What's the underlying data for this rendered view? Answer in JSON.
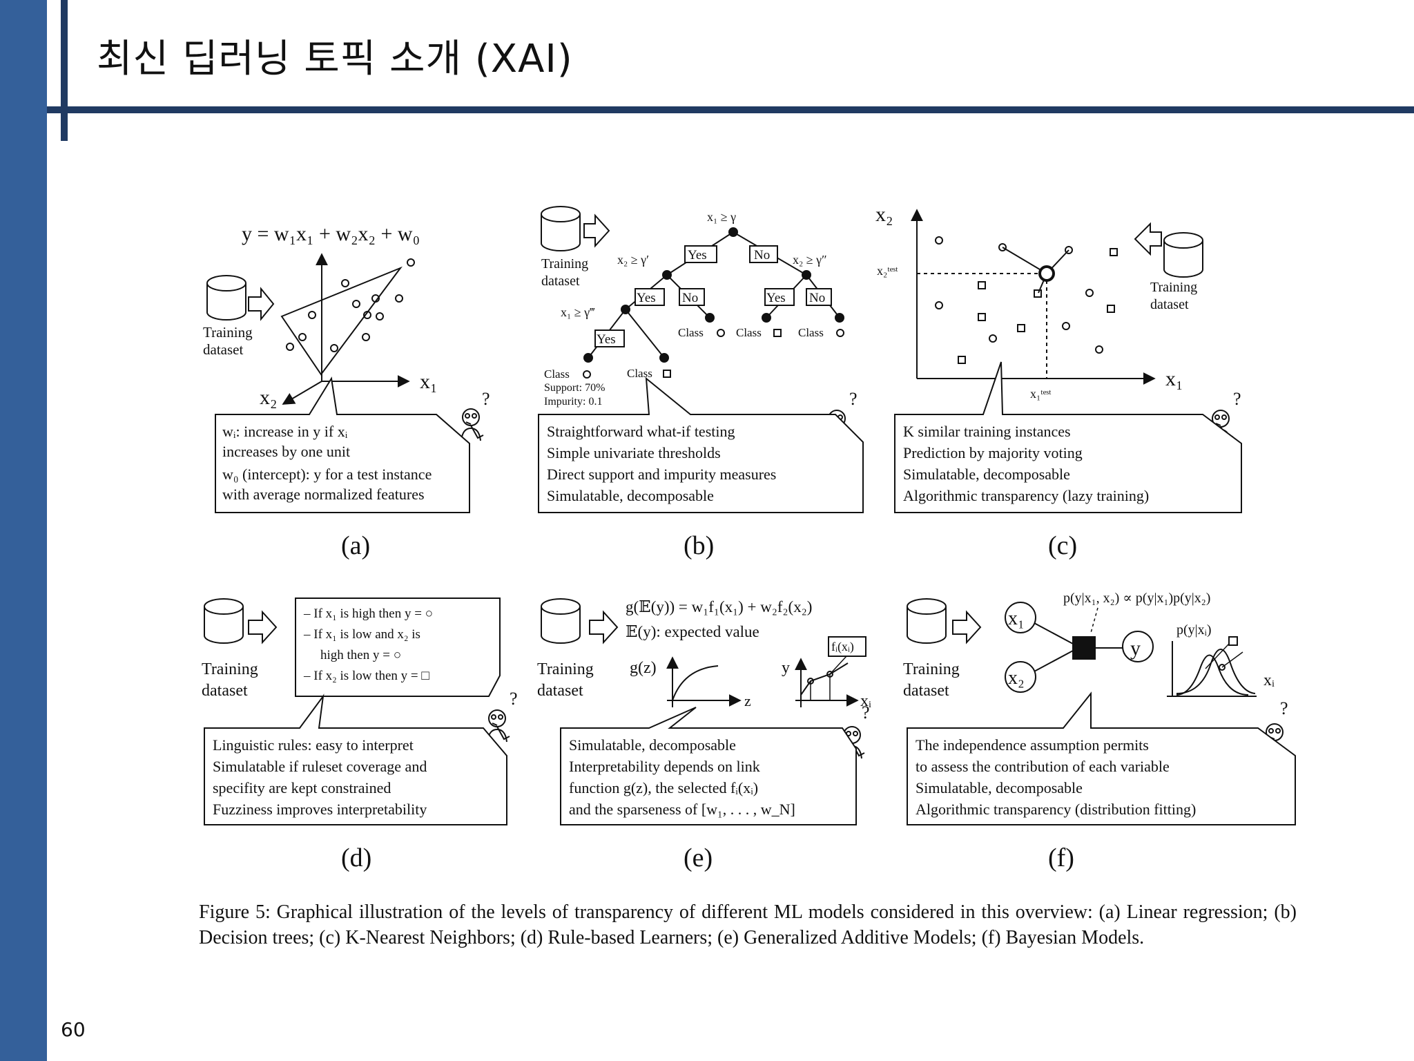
{
  "header": {
    "title": "최신 딥러닝 토픽 소개 (XAI)"
  },
  "page_number": "60",
  "panels": {
    "a": {
      "label": "(a)",
      "equation": "y = w₁x₁ + w₂x₂ + w₀",
      "dataset": [
        "Training",
        "dataset"
      ],
      "axis_x1": "x₁",
      "axis_x2": "x₂",
      "question": "?",
      "box": [
        "wᵢ: increase in y if xᵢ",
        "increases by one unit",
        "w₀ (intercept): y for a test instance",
        "with average normalized features"
      ]
    },
    "b": {
      "label": "(b)",
      "dataset": [
        "Training",
        "dataset"
      ],
      "root": "x₁ ≥ γ",
      "left_cond": "x₂ ≥ γ′",
      "right_cond": "x₂ ≥ γ″",
      "deep_cond": "x₁ ≥ γ‴",
      "yes": "Yes",
      "no": "No",
      "class": "Class",
      "support": "Support: 70%",
      "impurity": "Impurity: 0.1",
      "question": "?",
      "box": [
        "Straightforward what-if testing",
        "Simple univariate thresholds",
        "Direct support and impurity measures",
        "Simulatable, decomposable"
      ]
    },
    "c": {
      "label": "(c)",
      "dataset": [
        "Training",
        "dataset"
      ],
      "axis_x1": "x₁",
      "axis_x2": "x₂",
      "x1_test": "x₁ᵗᵉˢᵗ",
      "x2_test": "x₂ᵗᵉˢᵗ",
      "question": "?",
      "box": [
        "K similar training instances",
        "Prediction by majority voting",
        "Simulatable, decomposable",
        "Algorithmic transparency (lazy training)"
      ]
    },
    "d": {
      "label": "(d)",
      "dataset": [
        "Training",
        "dataset"
      ],
      "rules": [
        "– If x₁ is high then y = ○",
        "– If x₁ is low and x₂ is",
        "high then y = ○",
        "– If x₂ is low then y = □"
      ],
      "question": "?",
      "box": [
        "Linguistic rules: easy to interpret",
        "Simulatable if ruleset coverage and",
        "specifity are kept constrained",
        "Fuzziness improves interpretability"
      ]
    },
    "e": {
      "label": "(e)",
      "dataset": [
        "Training",
        "dataset"
      ],
      "equation": "g(𝔼(y)) = w₁f₁(x₁) + w₂f₂(x₂)",
      "expected": "𝔼(y): expected value",
      "gz": "g(z)",
      "z": "z",
      "y": "y",
      "fi": "fᵢ(xᵢ)",
      "xi": "xᵢ",
      "question": "?",
      "box": [
        "Simulatable, decomposable",
        "Interpretability depends on link",
        "function g(z), the selected fᵢ(xᵢ)",
        "and the sparseness of [w₁, . . . , w_N]"
      ]
    },
    "f": {
      "label": "(f)",
      "dataset": [
        "Training",
        "dataset"
      ],
      "joint": "p(y|x₁, x₂) ∝ p(y|x₁)p(y|x₂)",
      "cond": "p(y|xᵢ)",
      "node_x1": "x₁",
      "node_x2": "x₂",
      "node_y": "y",
      "xi": "xᵢ",
      "question": "?",
      "box": [
        "The independence assumption permits",
        "to assess the contribution of each variable",
        "Simulatable, decomposable",
        "Algorithmic transparency (distribution fitting)"
      ]
    }
  },
  "caption": "Figure 5: Graphical illustration of the levels of transparency of different ML models considered in this overview: (a) Linear regression; (b) Decision trees; (c) K-Nearest Neighbors; (d) Rule-based Learners; (e) Generalized Additive Models; (f) Bayesian Models."
}
